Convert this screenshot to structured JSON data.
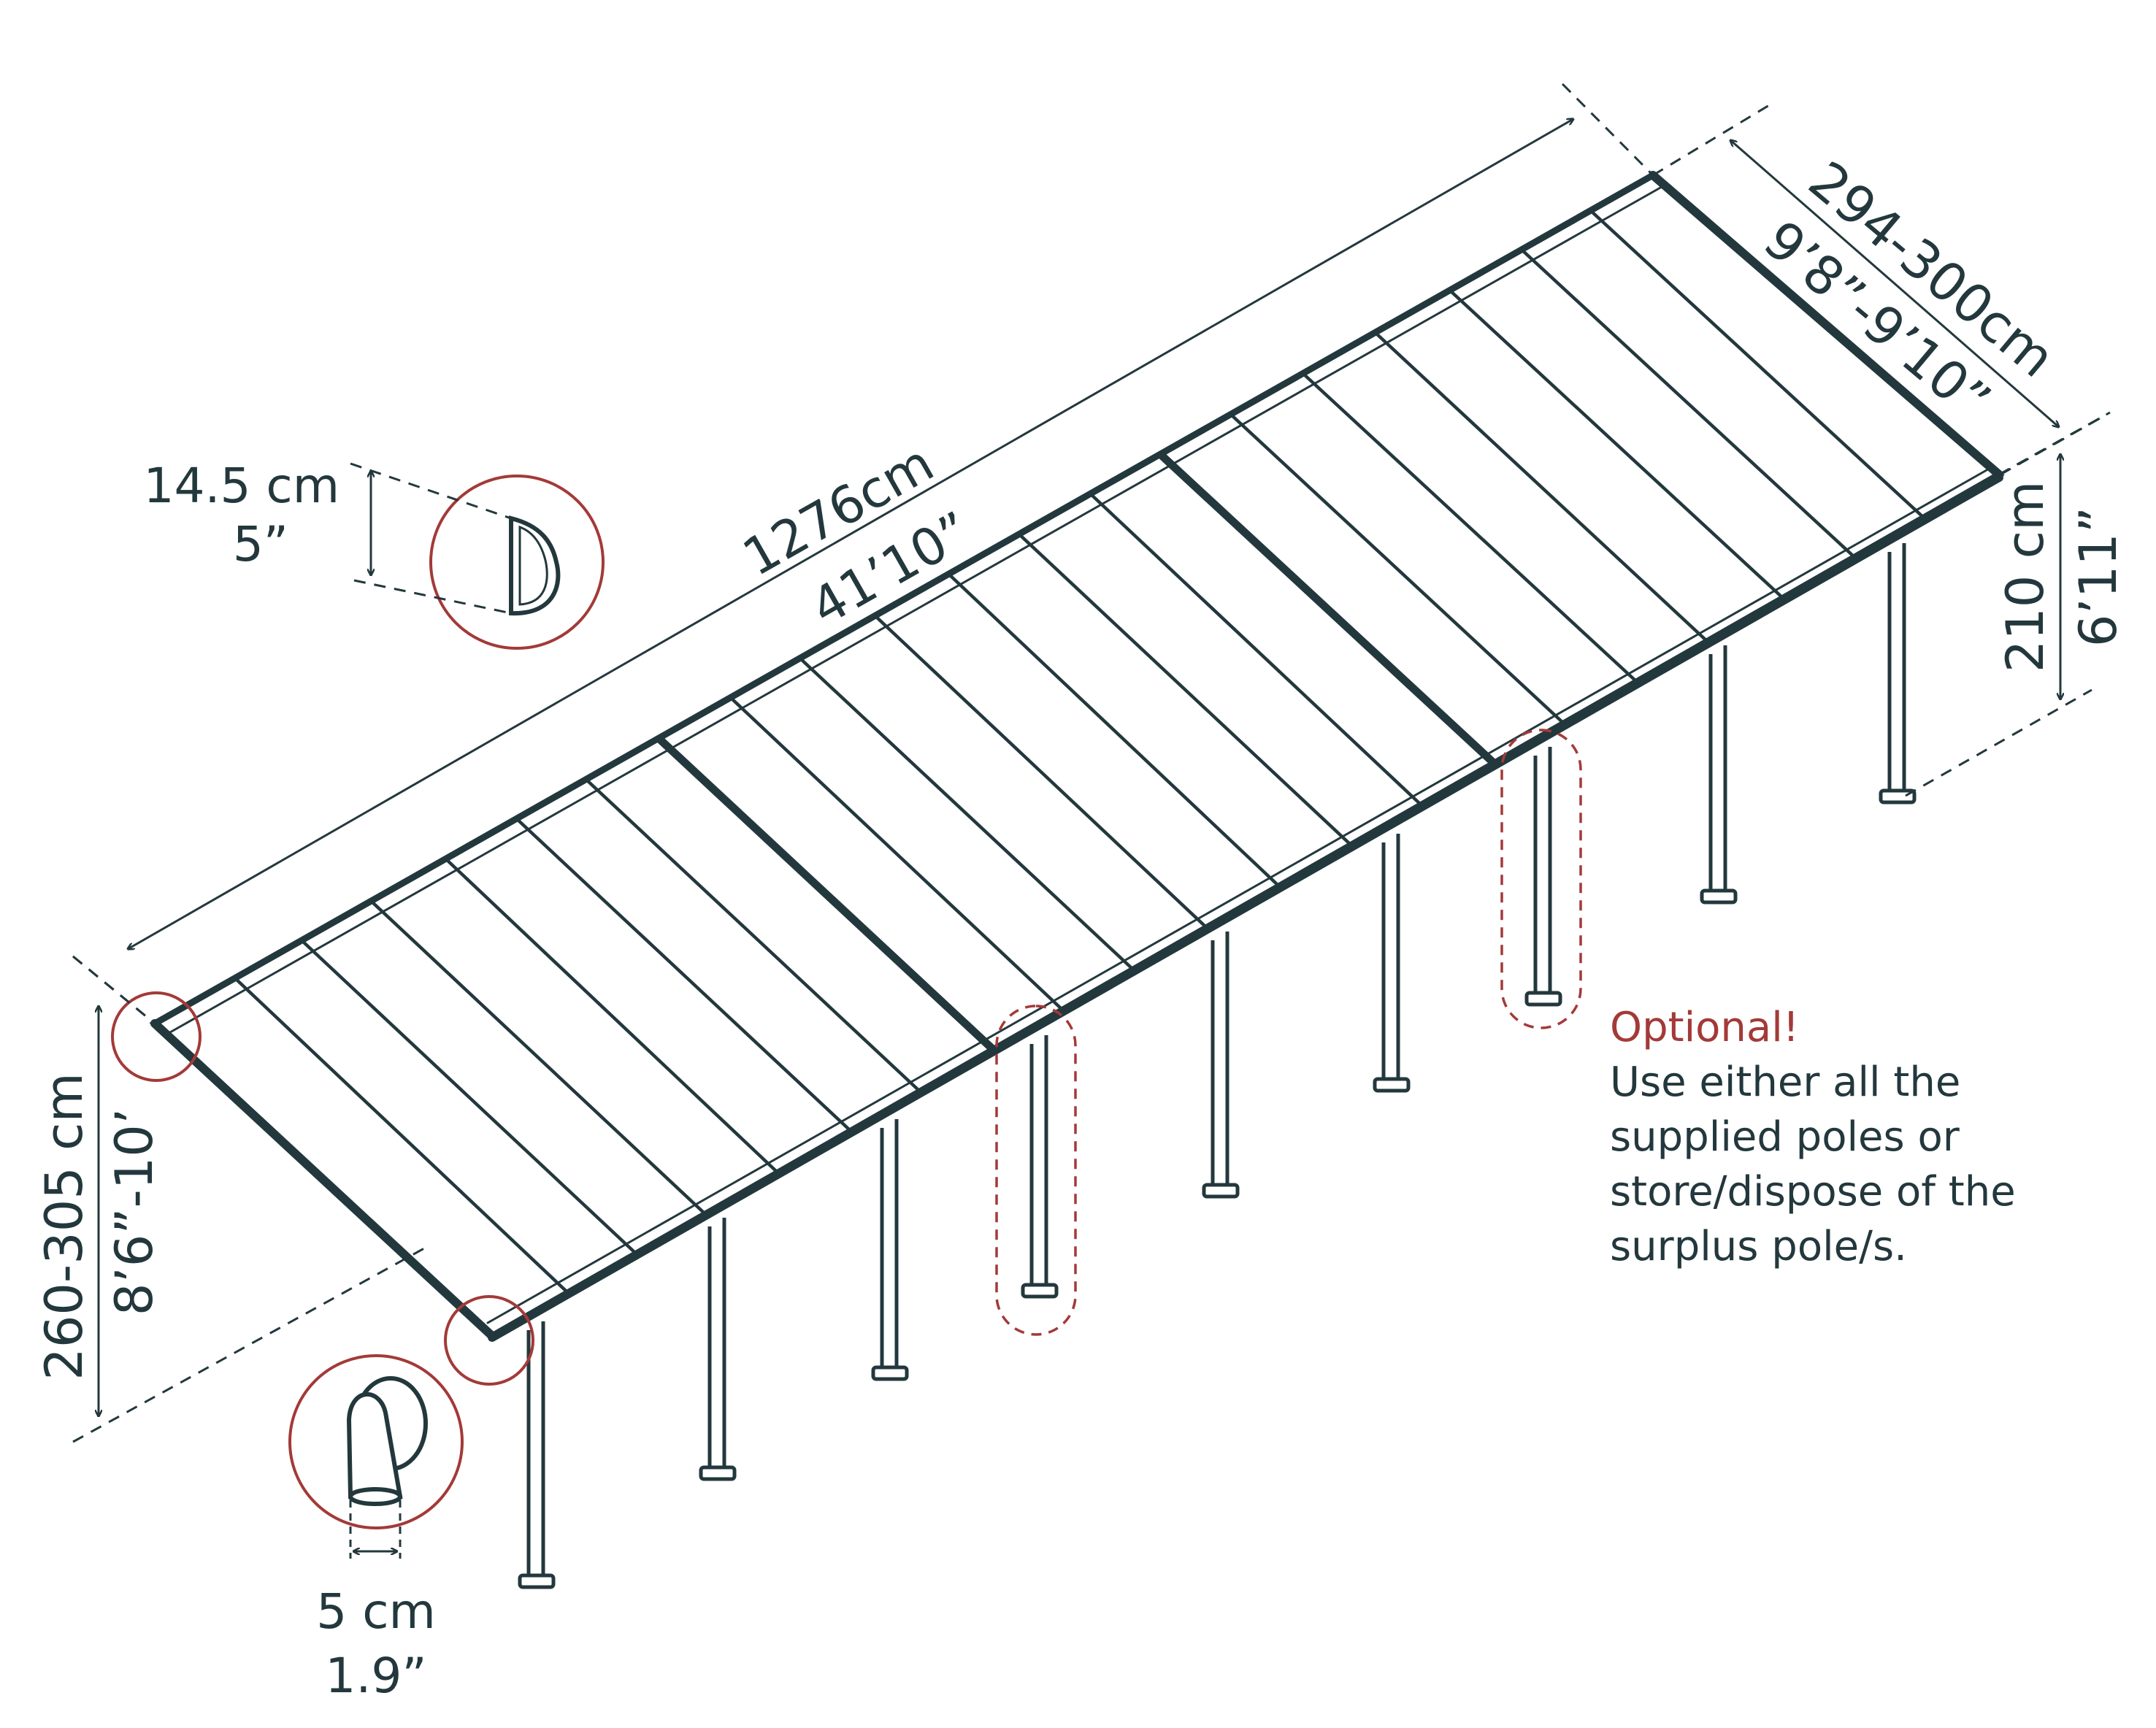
{
  "colors": {
    "line": "#23383d",
    "accent": "#a33a38"
  },
  "dimensions": {
    "length_cm": "1276cm",
    "length_ft": "41’10”",
    "width_cm": "294-300cm",
    "width_ft": "9’8”-9’10”",
    "wall_height_cm": "210 cm",
    "wall_height_ft": "6’11”",
    "front_height_cm": "260-305 cm",
    "front_height_ft": "8’6”-10’",
    "gutter_cm": "14.5 cm",
    "gutter_in": "5”",
    "post_cm": "5 cm",
    "post_in": "1.9”"
  },
  "note": {
    "title": "Optional!",
    "lines": [
      "Use either all the",
      "supplied poles or",
      "store/dispose of the",
      "surplus pole/s."
    ]
  }
}
